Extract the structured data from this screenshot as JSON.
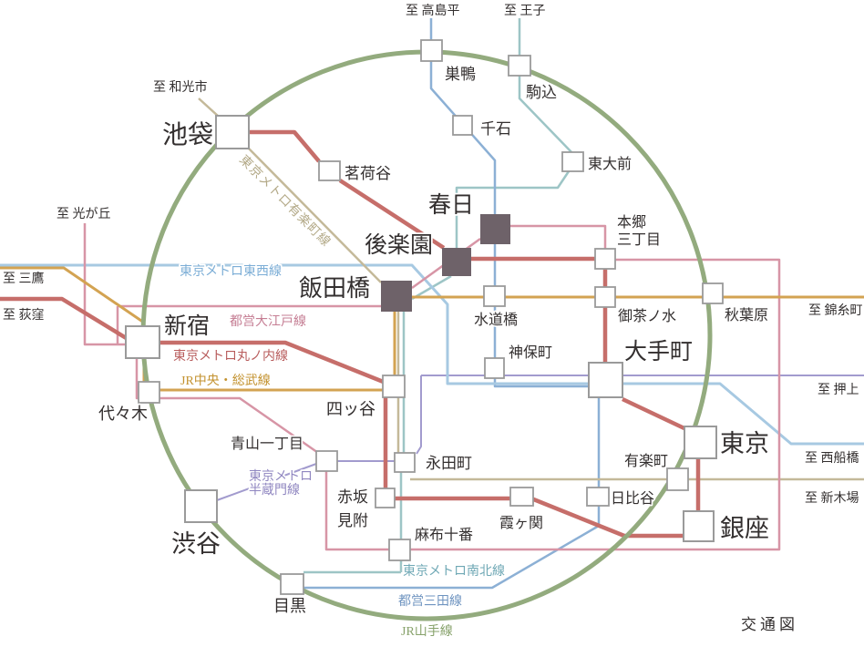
{
  "title": "交通図",
  "colors": {
    "background": "#ffffff",
    "dark_station": "#6e6269",
    "marker_border": "#9a9a9a",
    "text": "#332f2f"
  },
  "lines": {
    "yamanote": {
      "name": "JR山手線",
      "color": "#93ab7e",
      "label_color": "#87a26b"
    },
    "chuo_sobu": {
      "name": "JR中央・総武線",
      "color": "#d3a352",
      "label_color": "#c3922f"
    },
    "marunouchi": {
      "name": "東京メトロ丸ノ内線",
      "color": "#c66e6a",
      "label_color": "#b85c5c"
    },
    "yurakucho": {
      "name": "東京メトロ有楽町線",
      "color": "#c4b999",
      "label_color": "#b3a987"
    },
    "tozai": {
      "name": "東京メトロ東西線",
      "color": "#a7c9e2",
      "label_color": "#7badd6"
    },
    "oedo": {
      "name": "都営大江戸線",
      "color": "#d795a6",
      "label_color": "#c57d93"
    },
    "hanzomon": {
      "name": "東京メトロ半蔵門線",
      "name1": "東京メトロ",
      "name2": "半蔵門線",
      "color": "#a29bce",
      "label_color": "#8f86c0"
    },
    "namboku": {
      "name": "東京メトロ南北線",
      "color": "#9dc5c6",
      "label_color": "#6fa8b5"
    },
    "mita": {
      "name": "都営三田線",
      "color": "#8cb0d5",
      "label_color": "#6f94c0"
    }
  },
  "stations": {
    "ikebukuro": "池袋",
    "sugamo": "巣鴨",
    "komagome": "駒込",
    "sengoku": "千石",
    "todaimae": "東大前",
    "myogadani": "茗荷谷",
    "kasuga": "春日",
    "korakuen": "後楽園",
    "iidabashi": "飯田橋",
    "hongo_l1": "本郷",
    "hongo_l2": "三丁目",
    "suidobashi": "水道橋",
    "ochanomizu": "御茶ノ水",
    "akihabara": "秋葉原",
    "jimbocho": "神保町",
    "otemachi": "大手町",
    "shinjuku": "新宿",
    "yoyogi": "代々木",
    "yotsuya": "四ッ谷",
    "aoyama_itchome": "青山一丁目",
    "nagatacho": "永田町",
    "akasaka_l1": "赤坂",
    "akasaka_l2": "見附",
    "kasumigaseki": "霞ヶ関",
    "azabujuban": "麻布十番",
    "hibiya": "日比谷",
    "yurakucho": "有楽町",
    "tokyo": "東京",
    "ginza": "銀座",
    "shibuya": "渋谷",
    "meguro": "目黒"
  },
  "destinations": {
    "wakoshi": "至 和光市",
    "takashimadaira": "至 高島平",
    "oji": "至 王子",
    "hikarigaoka": "至 光が丘",
    "mitaka": "至 三鷹",
    "ogikubo": "至 荻窪",
    "kinshicho": "至 錦糸町",
    "oshiage": "至 押上",
    "nishi_funabashi": "至 西船橋",
    "shin_kiba": "至 新木場"
  }
}
